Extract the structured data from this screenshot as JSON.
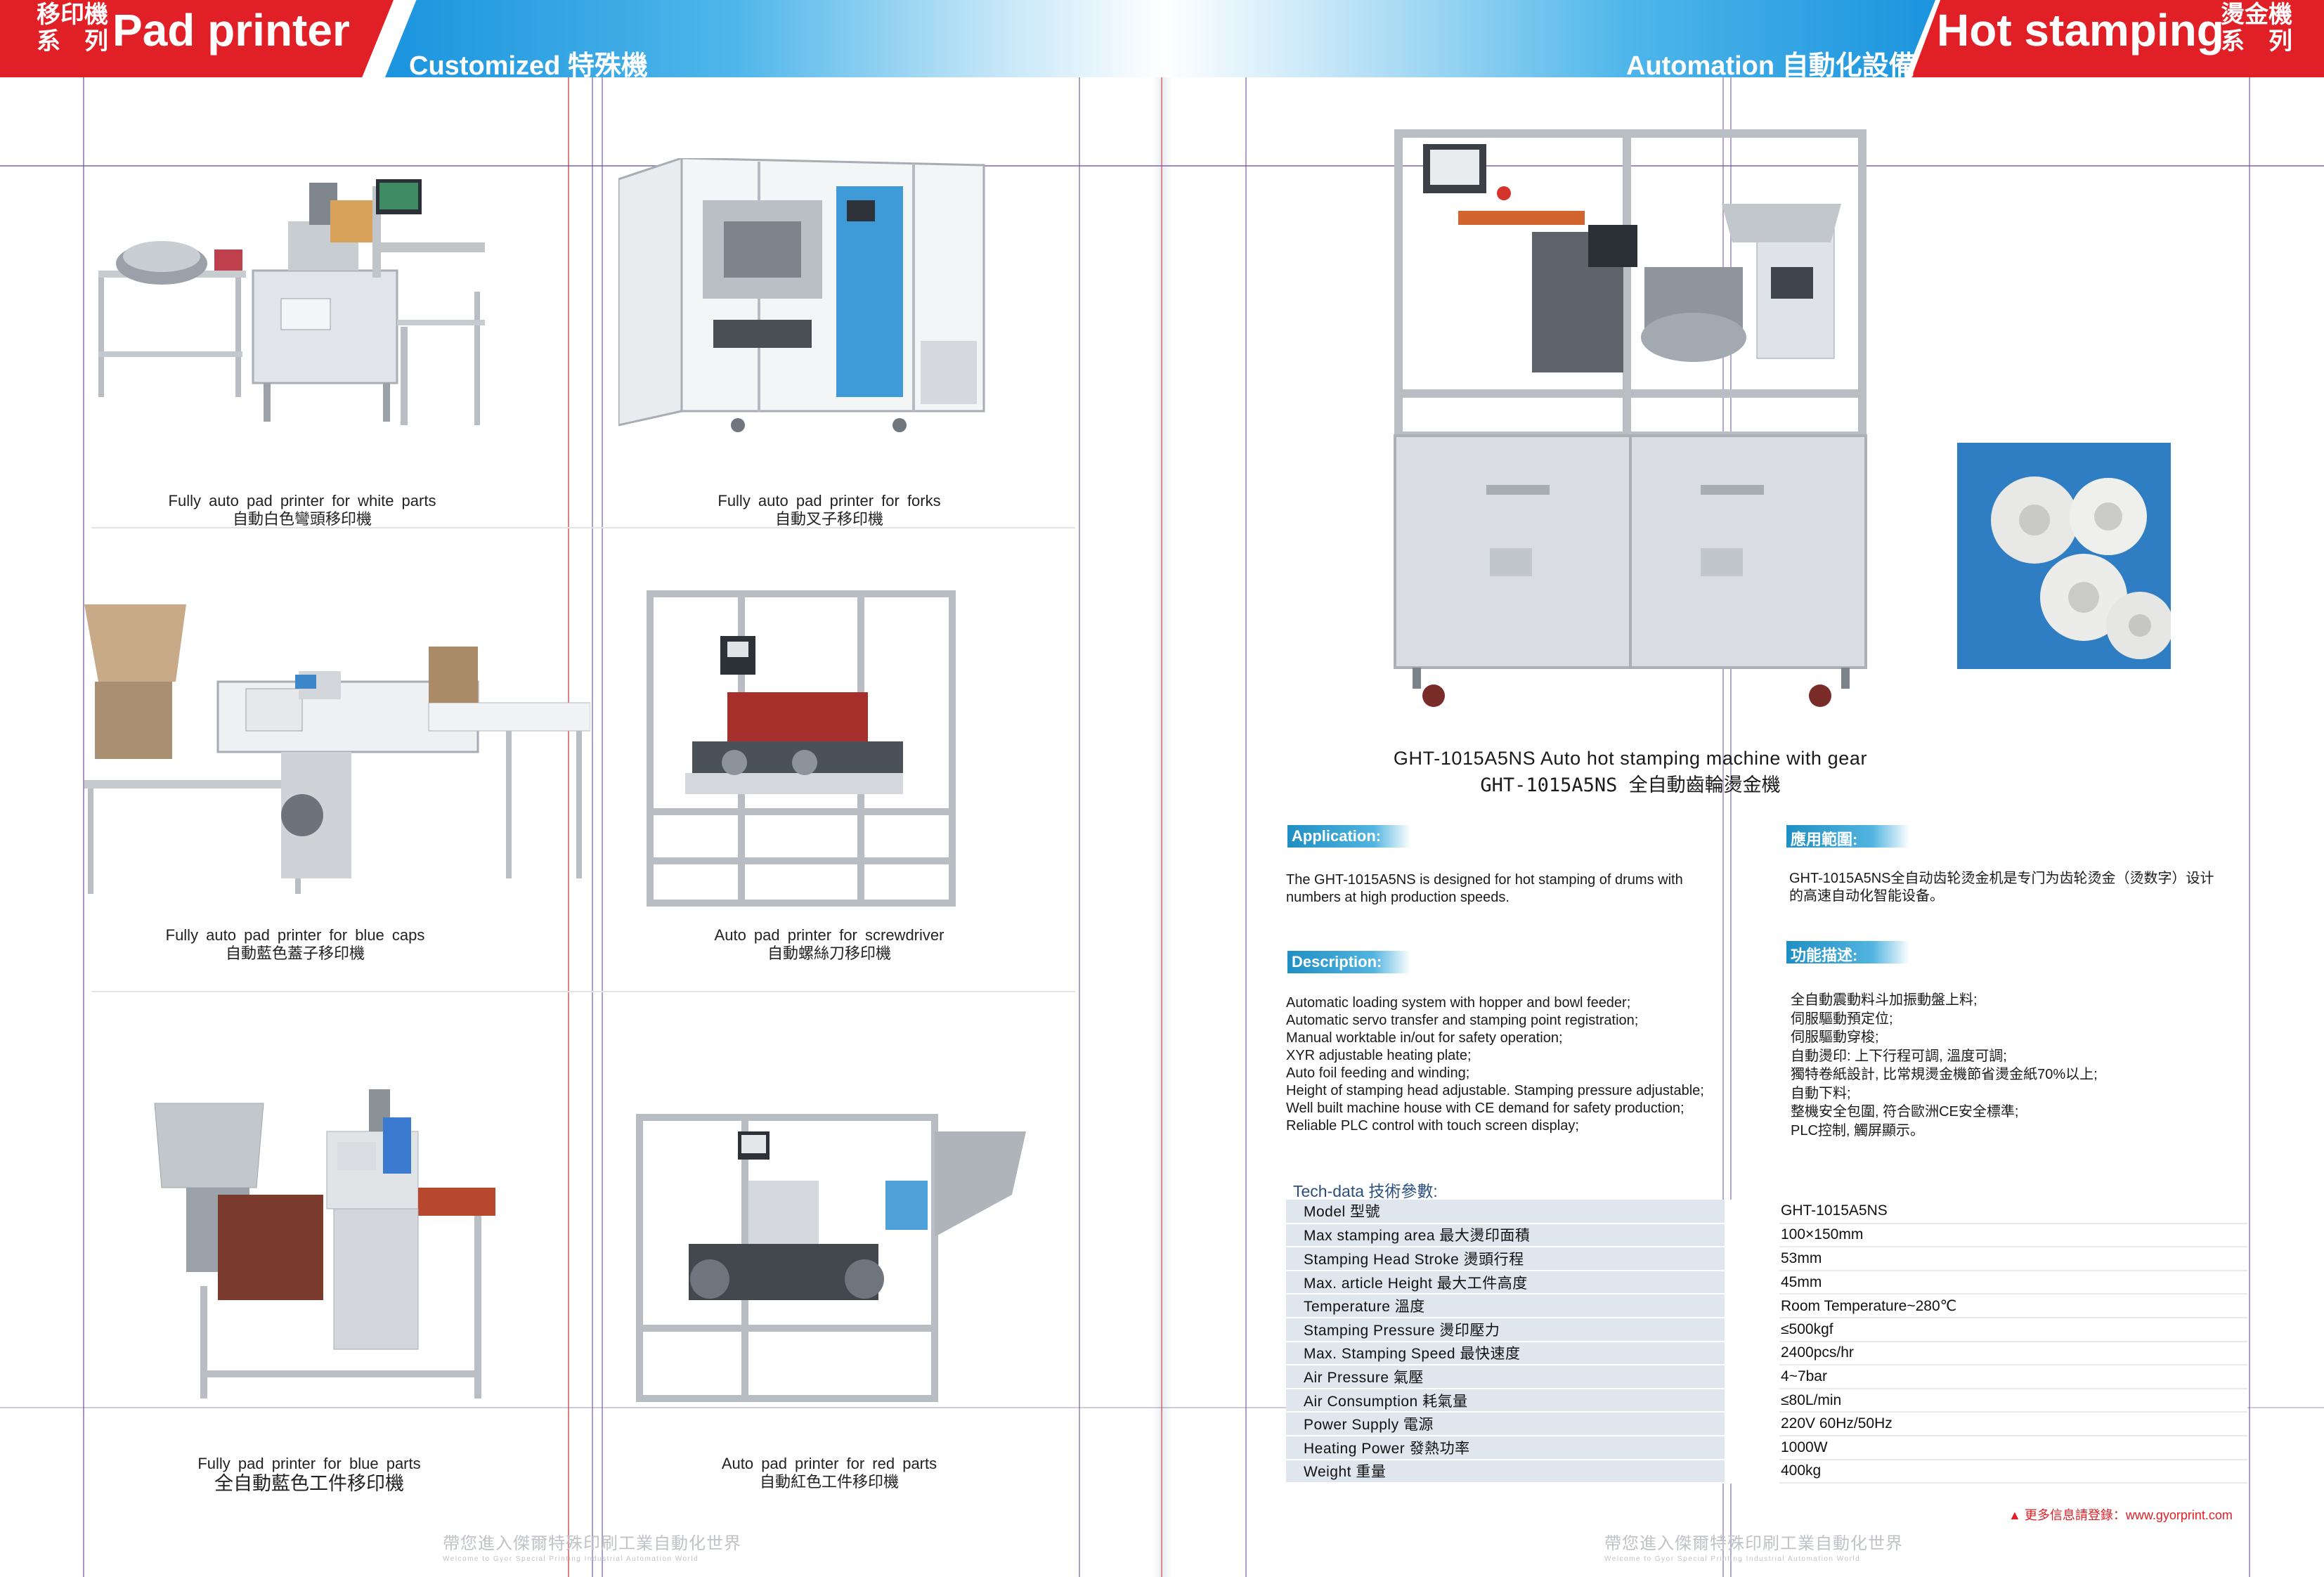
{
  "header": {
    "left": {
      "series_top": "移印機",
      "series_bottom": "系　列",
      "title": "Pad printer",
      "subtitle": "Customized 特殊機"
    },
    "right": {
      "series_top": "燙金機",
      "series_bottom": "系　列",
      "title": "Hot stamping",
      "subtitle": "Automation 自動化設備"
    }
  },
  "products": [
    {
      "en": "Fully auto pad printer for white parts",
      "zh": "自動白色彎頭移印機"
    },
    {
      "en": "Fully auto pad printer for forks",
      "zh": "自動叉子移印機"
    },
    {
      "en": "Fully auto pad printer for blue caps",
      "zh": "自動藍色蓋子移印機"
    },
    {
      "en": "Auto pad printer for screwdriver",
      "zh": "自動螺絲刀移印機"
    },
    {
      "en": "Fully pad printer for blue parts",
      "zh": "全自動藍色工件移印機"
    },
    {
      "en": "Auto pad printer for red parts",
      "zh": "自動紅色工件移印機"
    }
  ],
  "main_product": {
    "caption_en": "GHT-1015A5NS  Auto hot stamping machine with gear",
    "caption_zh": "GHT-1015A5NS 全自動齒輪燙金機"
  },
  "application": {
    "heading_en": "Application:",
    "heading_zh": "應用範圍:",
    "text_en": [
      "The GHT-1015A5NS is designed for hot stamping of drums with",
      "numbers at high production speeds."
    ],
    "text_zh": [
      "GHT-1015A5NS全自动齿轮烫金机是专门为齿轮烫金（烫数字）设计",
      "的高速自动化智能设备。"
    ]
  },
  "description": {
    "heading_en": "Description:",
    "heading_zh": "功能描述:",
    "items_en": [
      "Automatic loading system with hopper and bowl feeder;",
      "Automatic servo transfer and stamping point registration;",
      "Manual worktable in/out for safety operation;",
      "XYR adjustable heating plate;",
      "Auto foil feeding and winding;",
      "Height of stamping head adjustable. Stamping pressure adjustable;",
      "Well built machine house with CE demand for safety production;",
      "Reliable PLC control with touch screen display;"
    ],
    "items_zh": [
      "全自動震動料斗加振動盤上料;",
      "伺服驅動預定位;",
      "伺服驅動穿梭;",
      "自動燙印: 上下行程可調, 溫度可調;",
      "獨特卷紙設計, 比常規燙金機節省燙金紙70%以上;",
      "自動下料;",
      "整機安全包圍, 符合歐洲CE安全標準;",
      "PLC控制, 觸屏顯示。"
    ]
  },
  "tech": {
    "title": "Tech-data 技術參數:",
    "rows": [
      {
        "label": "Model 型號",
        "value": "GHT-1015A5NS"
      },
      {
        "label": "Max stamping area 最大燙印面積",
        "value": "100×150mm"
      },
      {
        "label": "Stamping Head Stroke 燙頭行程",
        "value": "53mm"
      },
      {
        "label": "Max. article Height 最大工件高度",
        "value": "45mm"
      },
      {
        "label": "Temperature 溫度",
        "value": "Room Temperature~280℃"
      },
      {
        "label": "Stamping Pressure 燙印壓力",
        "value": "≤500kgf"
      },
      {
        "label": "Max. Stamping Speed 最快速度",
        "value": "2400pcs/hr"
      },
      {
        "label": "Air Pressure 氣壓",
        "value": "4~7bar"
      },
      {
        "label": "Air Consumption 耗氣量",
        "value": "≤80L/min"
      },
      {
        "label": "Power Supply 電源",
        "value": "220V 60Hz/50Hz"
      },
      {
        "label": "Heating Power 發熱功率",
        "value": "1000W"
      },
      {
        "label": "Weight 重量",
        "value": "400kg"
      }
    ]
  },
  "footer": {
    "zh": "帶您進入傑爾特殊印刷工業自動化世界",
    "en": "Welcome to Gyor Special Printing Industrial Automation World",
    "more_info": "▲ 更多信息請登錄：www.gyorprint.com"
  },
  "colors": {
    "brand_red": "#e11f26",
    "header_blue": "#1f9ee0",
    "label_bg": "#dfe6ee"
  }
}
